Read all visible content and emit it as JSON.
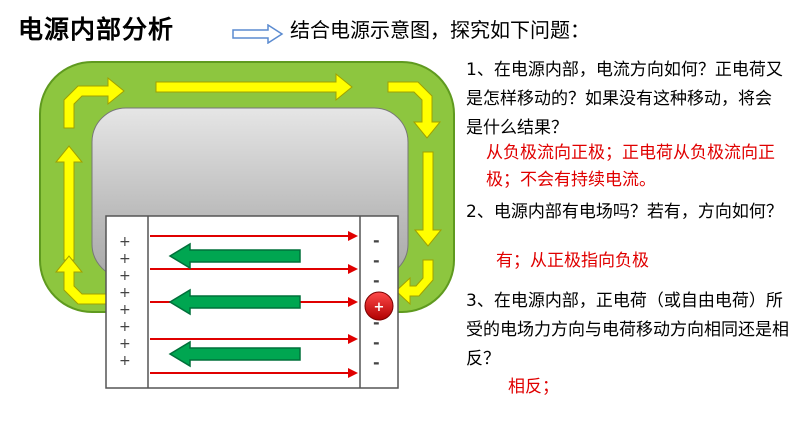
{
  "header": {
    "title": "电源内部分析",
    "subtitle": "结合电源示意图，探究如下问题："
  },
  "diagram": {
    "plus_signs": [
      "+",
      "+",
      "+",
      "+",
      "+",
      "+",
      "+",
      "+"
    ],
    "minus_signs": [
      "-",
      "-",
      "-",
      "-",
      "-",
      "-",
      "-"
    ],
    "charge_label": "+",
    "colors": {
      "loop": "#8dc63f",
      "loop_arrow": "#ffff00",
      "field_line": "#e00000",
      "charge_arrow": "#00a651",
      "charge": "#e00000",
      "answer": "#e00000"
    }
  },
  "questions": [
    {
      "question": "1、在电源内部，电流方向如何？正电荷又是怎样移动的？如果没有这种移动，将会是什么结果？",
      "answer": "从负极流向正极；正电荷从负极流向正极；不会有持续电流。"
    },
    {
      "question": "2、电源内部有电场吗？若有，方向如何？",
      "answer": "有；从正极指向负极"
    },
    {
      "question": "3、在电源内部，正电荷（或自由电荷）所受的电场力方向与电荷移动方向相同还是相反？",
      "answer": "相反；"
    }
  ]
}
